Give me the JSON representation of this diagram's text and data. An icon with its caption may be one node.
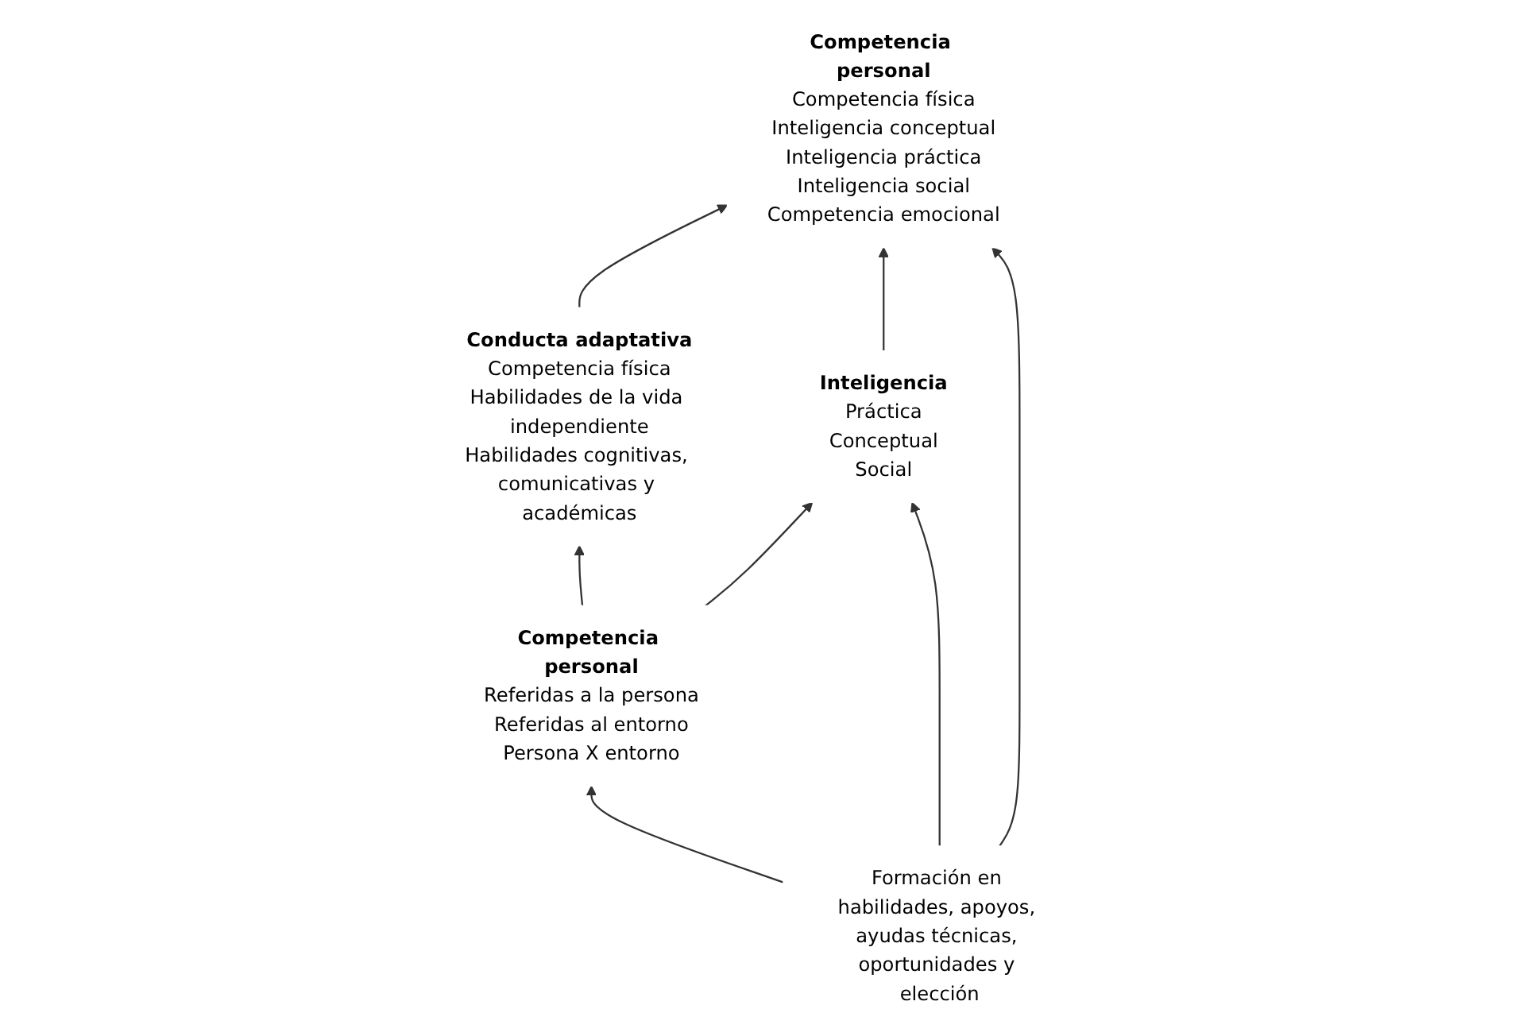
{
  "diagram": {
    "nodes": [
      {
        "text": [
          "Conducta adaptativa",
          "Competencia física",
          "Habilidades de la vida independiente",
          "Habilidades cognitivas, comunicativas y académicas"
        ]
      },
      {
        "text": [
          "Competencia personal",
          "Referidas a la persona",
          "Referidas al entorno",
          "Persona X entorno"
        ]
      },
      {
        "text": [
          "Competencia personal",
          "Competencia física",
          "Inteligencia conceptual",
          "Inteligencia práctica",
          "Inteligencia social",
          "Competencia emocional"
        ]
      },
      {
        "text": [
          "Inteligencia",
          "Práctica",
          "Conceptual",
          "Social"
        ]
      },
      {
        "text": [
          "Formación en habilidades, apoyos, ayudas técnicas, oportunidades y elección"
        ]
      }
    ],
    "edges": [
      {
        "from": 1,
        "to": 0,
        "arrow": "to"
      },
      {
        "from": 0,
        "to": 2,
        "arrow": "to"
      },
      {
        "from": 1,
        "to": 3,
        "arrow": "to"
      },
      {
        "from": 3,
        "to": 2,
        "arrow": "to"
      },
      {
        "from": 4,
        "to": 1,
        "arrow": "to"
      },
      {
        "from": 4,
        "to": 3,
        "arrow": "to"
      },
      {
        "from": 4,
        "to": 2,
        "arrow": "to"
      }
    ]
  }
}
